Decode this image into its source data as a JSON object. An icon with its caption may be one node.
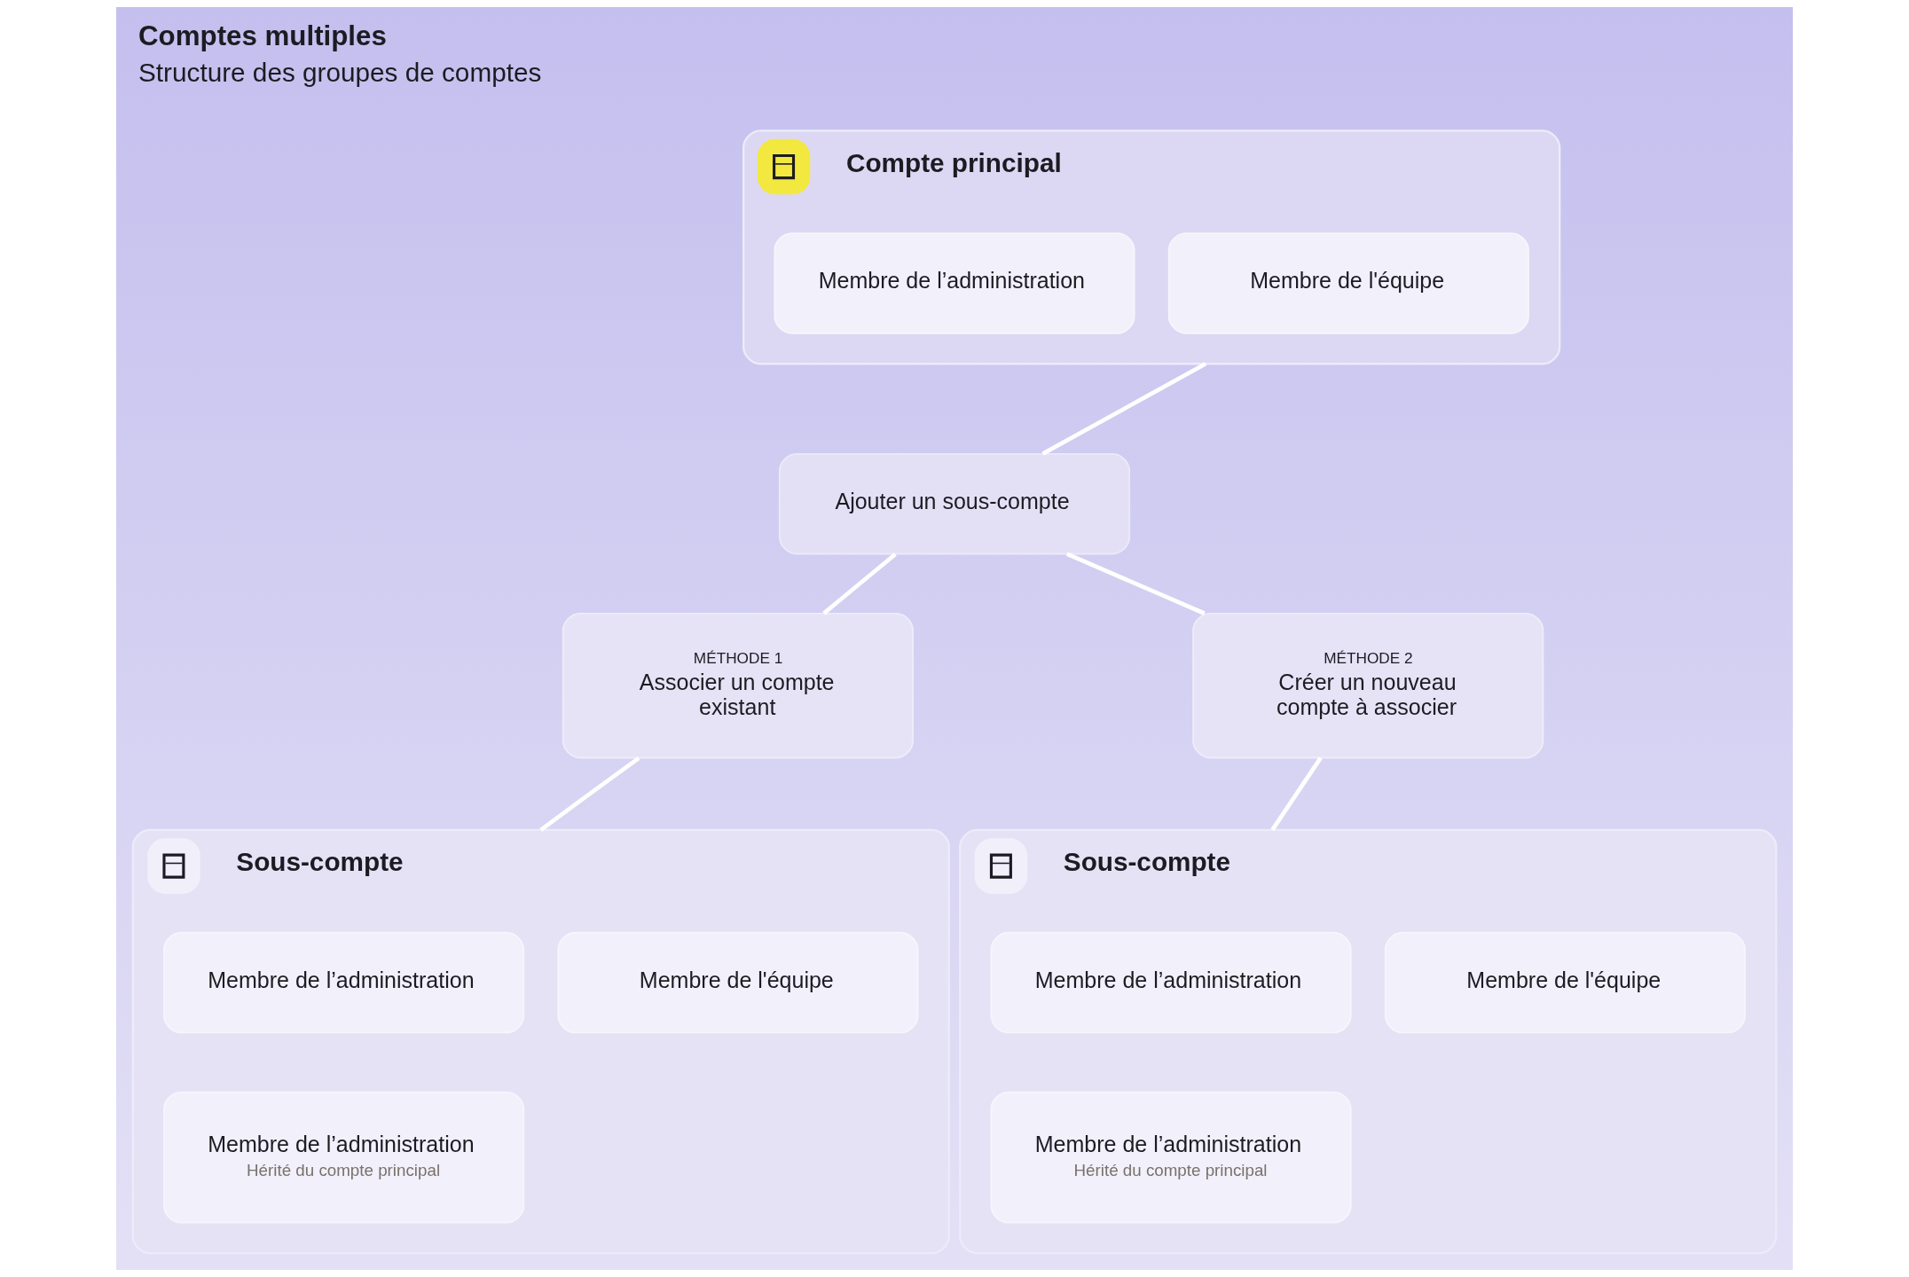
{
  "diagram": {
    "title": "Comptes multiples",
    "caption": "Structure des groupes de comptes",
    "nodes": [
      {
        "text": [
          "Compte principal"
        ]
      },
      {
        "text": [
          "Membre de l’administration"
        ],
        "in": 0
      },
      {
        "text": [
          "Membre de l'équipe"
        ],
        "in": 0
      },
      {
        "text": [
          "Ajouter un sous-compte"
        ]
      },
      {
        "text": [
          "MÉTHODE 1",
          "Associer un compte existant"
        ]
      },
      {
        "text": [
          "MÉTHODE 2",
          "Créer un nouveau compte à associer"
        ]
      },
      {
        "text": [
          "Sous-compte"
        ]
      },
      {
        "text": [
          "Membre de l’administration"
        ],
        "in": 6
      },
      {
        "text": [
          "Membre de l'équipe"
        ],
        "in": 6
      },
      {
        "text": [
          "Membre de l’administration",
          "Hérité du compte principal"
        ],
        "in": 6
      },
      {
        "text": [
          "Sous-compte"
        ]
      },
      {
        "text": [
          "Membre de l’administration"
        ],
        "in": 10
      },
      {
        "text": [
          "Membre de l'équipe"
        ],
        "in": 10
      },
      {
        "text": [
          "Membre de l’administration",
          "Hérité du compte principal"
        ],
        "in": 10
      }
    ],
    "edges": [
      {
        "from": 0,
        "to": 3,
        "arrow": "none"
      },
      {
        "from": 3,
        "to": 4,
        "arrow": "none"
      },
      {
        "from": 3,
        "to": 5,
        "arrow": "none"
      },
      {
        "from": 4,
        "to": 6,
        "arrow": "none"
      },
      {
        "from": 5,
        "to": 10,
        "arrow": "none"
      }
    ]
  }
}
